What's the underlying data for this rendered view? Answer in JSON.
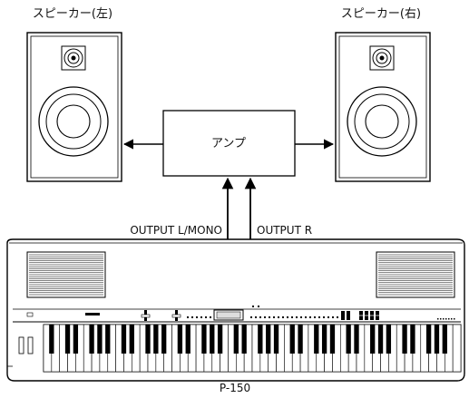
{
  "labels": {
    "speaker_left": "スピーカー(左)",
    "speaker_right": "スピーカー(右)",
    "amp": "アンプ",
    "output_left": "OUTPUT L/MONO",
    "output_right": "OUTPUT R",
    "model": "P-150"
  },
  "icons": {
    "speaker_left": "speaker-icon",
    "speaker_right": "speaker-icon",
    "piano": "digital-piano-icon",
    "arrow": "arrow-icon"
  }
}
